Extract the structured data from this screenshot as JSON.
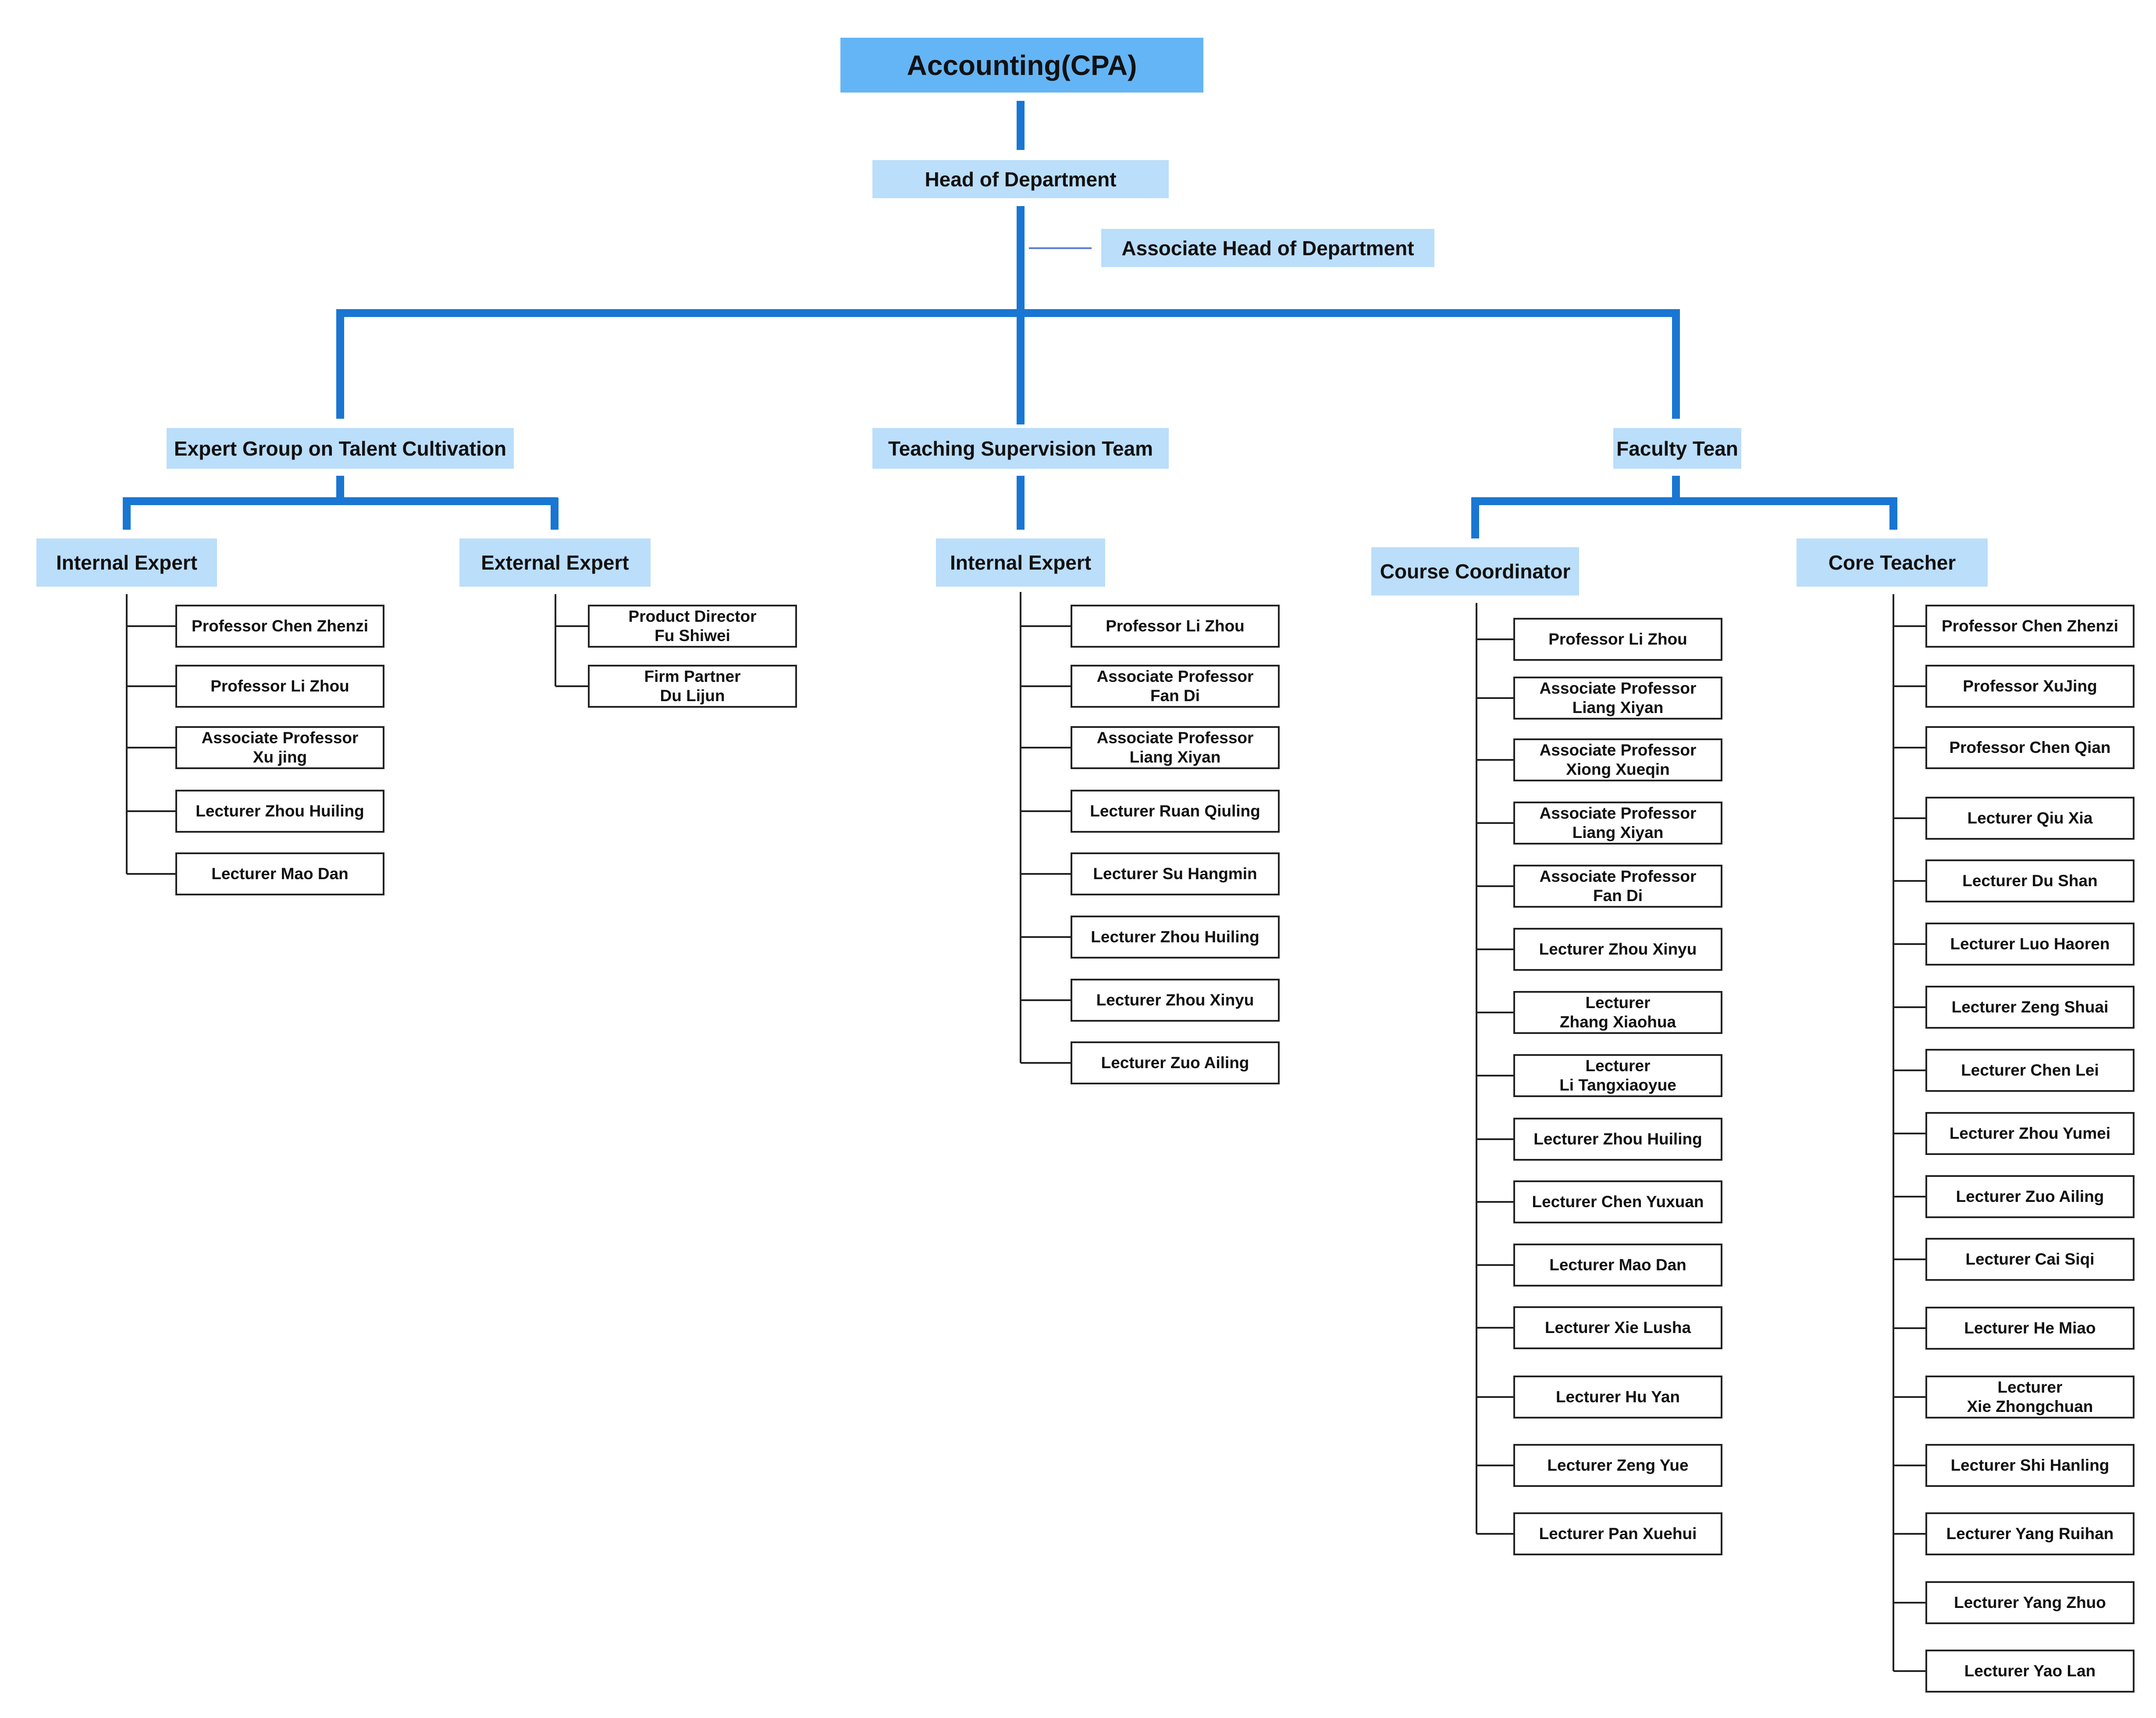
{
  "root": "Accounting(CPA)",
  "head": "Head of Department",
  "associate_head": "Associate Head of Department",
  "branches": {
    "expert_group": {
      "title": "Expert Group on Talent Cultivation",
      "internal": {
        "title": "Internal Expert",
        "members": [
          "Professor Chen Zhenzi",
          "Professor Li Zhou",
          "Associate Professor\nXu jing",
          "Lecturer Zhou Huiling",
          "Lecturer Mao Dan"
        ]
      },
      "external": {
        "title": "External Expert",
        "members": [
          "Product Director\nFu Shiwei",
          "Firm Partner\nDu Lijun"
        ]
      }
    },
    "supervision": {
      "title": "Teaching Supervision Team",
      "internal": {
        "title": "Internal Expert",
        "members": [
          "Professor Li Zhou",
          "Associate Professor\nFan Di",
          "Associate Professor\nLiang Xiyan",
          "Lecturer Ruan Qiuling",
          "Lecturer Su Hangmin",
          "Lecturer Zhou Huiling",
          "Lecturer Zhou Xinyu",
          "Lecturer Zuo Ailing"
        ]
      }
    },
    "faculty": {
      "title": "Faculty Tean",
      "coordinator": {
        "title": "Course Coordinator",
        "members": [
          "Professor Li Zhou",
          "Associate Professor\nLiang Xiyan",
          "Associate Professor\nXiong Xueqin",
          "Associate Professor\nLiang Xiyan",
          "Associate Professor\nFan Di",
          "Lecturer Zhou Xinyu",
          "Lecturer\nZhang Xiaohua",
          "Lecturer\nLi Tangxiaoyue",
          "Lecturer Zhou Huiling",
          "Lecturer Chen Yuxuan",
          "Lecturer Mao Dan",
          "Lecturer Xie Lusha",
          "Lecturer Hu Yan",
          "Lecturer Zeng Yue",
          "Lecturer Pan Xuehui"
        ]
      },
      "core": {
        "title": "Core Teacher",
        "members": [
          "Professor Chen Zhenzi",
          "Professor XuJing",
          "Professor Chen Qian",
          "Lecturer Qiu Xia",
          "Lecturer Du Shan",
          "Lecturer Luo Haoren",
          "Lecturer Zeng Shuai",
          "Lecturer Chen Lei",
          "Lecturer Zhou Yumei",
          "Lecturer Zuo Ailing",
          "Lecturer Cai Siqi",
          "Lecturer He Miao",
          "Lecturer\nXie Zhongchuan",
          "Lecturer Shi Hanling",
          "Lecturer Yang Ruihan",
          "Lecturer Yang Zhuo",
          "Lecturer Yao Lan"
        ]
      }
    }
  }
}
